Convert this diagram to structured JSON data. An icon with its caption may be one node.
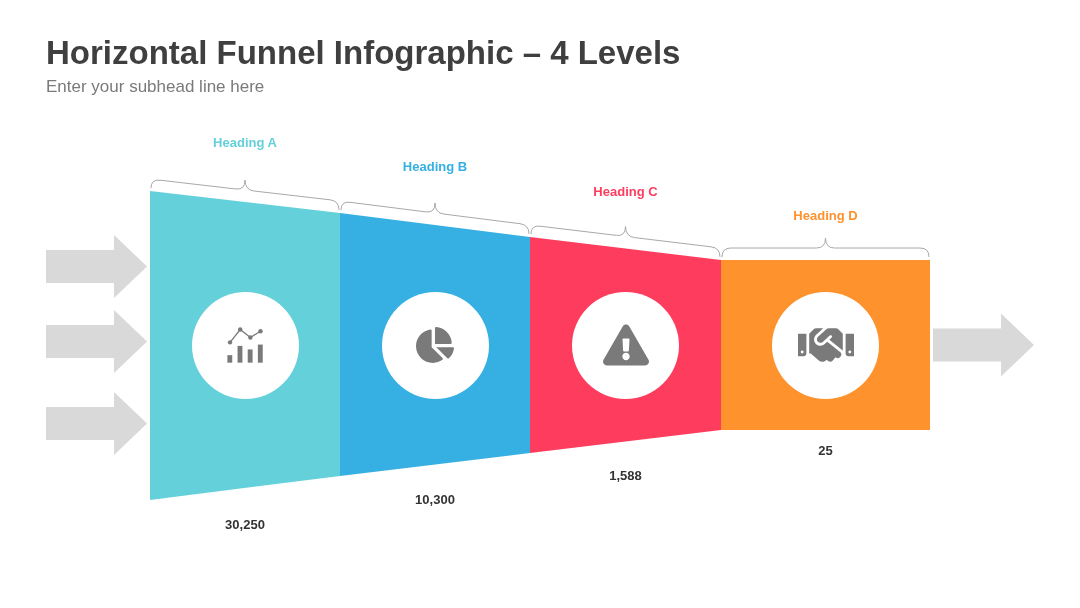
{
  "diagram": {
    "title": "Horizontal Funnel Infographic – 4 Levels",
    "nodes": [
      {
        "text": [
          "Heading A"
        ],
        "beside": [
          "30,250"
        ]
      },
      {
        "text": [
          "Heading B"
        ],
        "beside": [
          "10,300"
        ]
      },
      {
        "text": [
          "Heading C"
        ],
        "beside": [
          "1,588"
        ]
      },
      {
        "text": [
          "Heading D"
        ],
        "beside": [
          "25"
        ]
      }
    ],
    "edges": [
      {
        "from": null,
        "to": 0,
        "arrow": "to"
      },
      {
        "from": null,
        "to": 0,
        "arrow": "to"
      },
      {
        "from": null,
        "to": 0,
        "arrow": "to"
      },
      {
        "from": 3,
        "to": null,
        "arrow": "to"
      }
    ],
    "labels": [
      "Enter your subhead line here"
    ]
  }
}
